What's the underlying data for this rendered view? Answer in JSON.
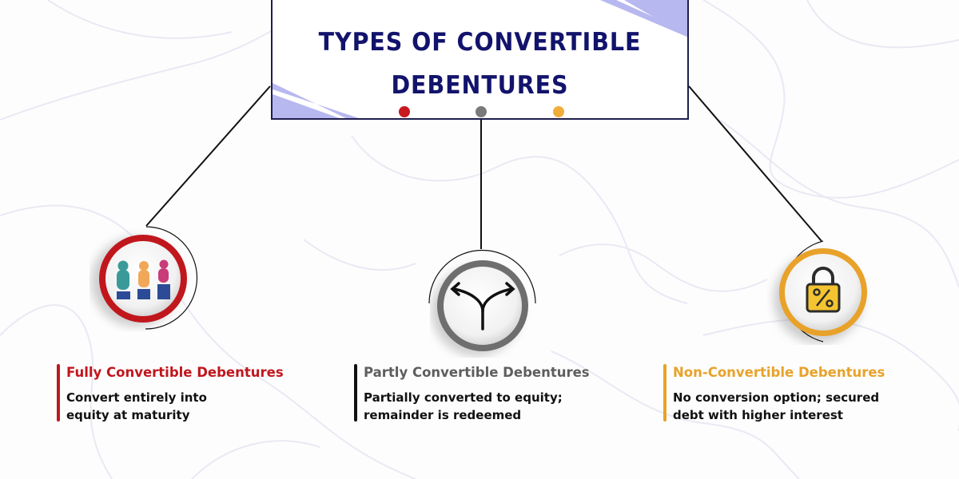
{
  "title": {
    "line1": "Types of Convertible",
    "line2": "Debentures",
    "color": "#12136b",
    "accent": "#b8b8f0"
  },
  "dots": [
    {
      "color": "#c81a1e"
    },
    {
      "color": "#7a7a7a"
    },
    {
      "color": "#f0ad3a"
    }
  ],
  "types": [
    {
      "heading": "Fully Convertible Debentures",
      "description": "Convert entirely into\nequity at maturity",
      "color": "#c0171d",
      "icon": "people-on-podium-icon"
    },
    {
      "heading": "Partly Convertible Debentures",
      "description": "Partially converted to equity;\nremainder is redeemed",
      "color": "#5e5e5e",
      "icon": "split-arrows-icon"
    },
    {
      "heading": "Non-Convertible Debentures",
      "description": "No conversion option; secured\ndebt with higher interest",
      "color": "#e8a22a",
      "icon": "percent-lock-icon"
    }
  ]
}
